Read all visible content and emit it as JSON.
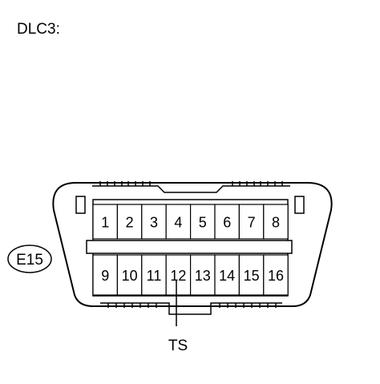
{
  "title": "DLC3:",
  "connector_code": "E15",
  "terminal_label": "TS",
  "pins_top": [
    "1",
    "2",
    "3",
    "4",
    "5",
    "6",
    "7",
    "8"
  ],
  "pins_bottom": [
    "9",
    "10",
    "11",
    "12",
    "13",
    "14",
    "15",
    "16"
  ],
  "highlighted_pin": "12"
}
